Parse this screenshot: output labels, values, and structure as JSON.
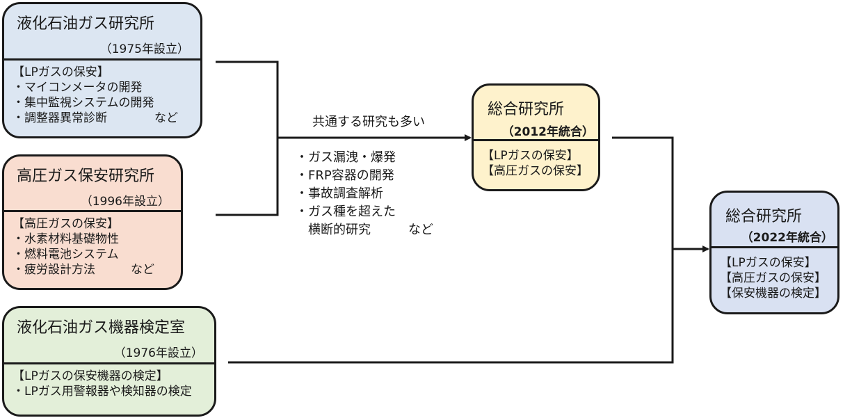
{
  "boxes": {
    "lpg_lab": {
      "title": "液化石油ガス研究所",
      "established": "（1975年設立）",
      "lines": [
        "【LPガスの保安】",
        "・マイコンメータの開発",
        "・集中監視システムの開発",
        "・調整器異常診断　　　　など"
      ],
      "color": "#dce6f2"
    },
    "hpg_lab": {
      "title": "高圧ガス保安研究所",
      "established": "（1996年設立）",
      "lines": [
        "【高圧ガスの保安】",
        "・水素材料基礎物性",
        "・燃料電池システム",
        "・疲労設計方法　　　など"
      ],
      "color": "#f9ddd0"
    },
    "inspection_lab": {
      "title": "液化石油ガス機器検定室",
      "established": "（1976年設立）",
      "lines": [
        "【LPガスの保安機器の検定】",
        "・LPガス用警報器や検知器の検定"
      ],
      "color": "#e3efd9"
    },
    "merged_2012": {
      "title": "総合研究所",
      "established": "（2012年統合）",
      "lines": [
        "【LPガスの保安】",
        "【高圧ガスの保安】"
      ],
      "color": "#fef2cc"
    },
    "merged_2022": {
      "title": "総合研究所",
      "established": "（2022年統合）",
      "lines": [
        "【LPガスの保安】",
        "【高圧ガスの保安】",
        "【保安機器の検定】"
      ],
      "color": "#d9e1f2"
    }
  },
  "common": {
    "label": "共通する研究も多い",
    "items": [
      "・ガス漏洩・爆発",
      "・FRP容器の開発",
      "・事故調査解析",
      "・ガス種を超えた",
      "　横断的研究　　　など"
    ]
  }
}
